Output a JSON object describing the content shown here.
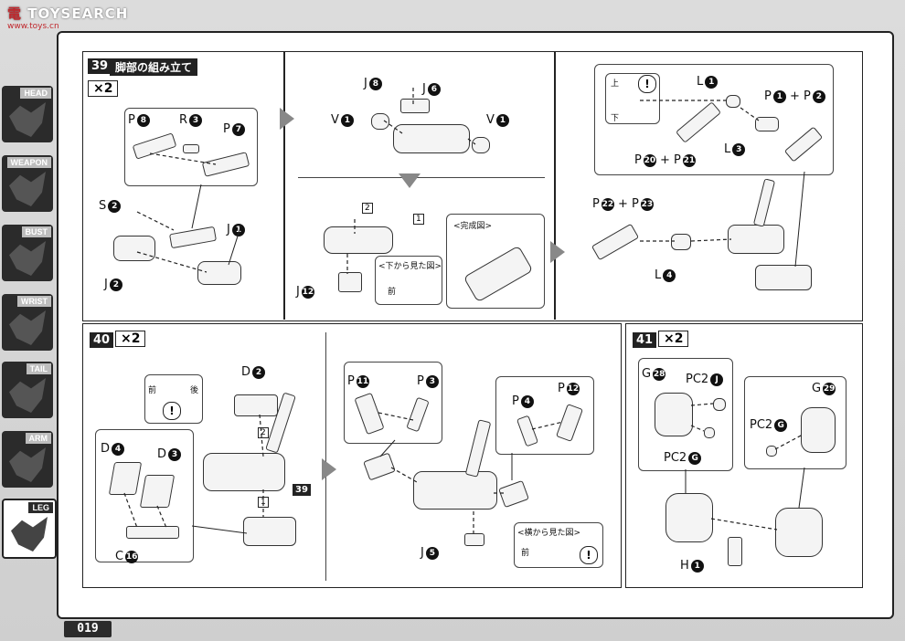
{
  "brand": {
    "prefix": "電",
    "name": "TOYSEARCH",
    "url": "www.toys.cn"
  },
  "sidebar": {
    "tabs": [
      {
        "label": "HEAD"
      },
      {
        "label": "WEAPON"
      },
      {
        "label": "BUST"
      },
      {
        "label": "WRIST"
      },
      {
        "label": "TAIL"
      },
      {
        "label": "ARM"
      },
      {
        "label": "LEG",
        "active": true
      }
    ]
  },
  "page_number": "019",
  "step39": {
    "number": "39",
    "title": "脚部の組み立て",
    "multiplier": "×2",
    "labels": {
      "p8": "P",
      "p8n": "8",
      "r3": "R",
      "r3n": "3",
      "p7": "P",
      "p7n": "7",
      "s2": "S",
      "s2n": "2",
      "j1": "J",
      "j1n": "1",
      "j2": "J",
      "j2n": "2",
      "j8": "J",
      "j8n": "8",
      "j6": "J",
      "j6n": "6",
      "v1a": "V",
      "v1an": "1",
      "v1b": "V",
      "v1bn": "1",
      "j12": "J",
      "j12n": "12",
      "l1": "L",
      "l1n": "1",
      "p1p2": "P",
      "p1n": "1",
      "plus1": "+ P",
      "p2n": "2",
      "l3": "L",
      "l3n": "3",
      "p20": "P",
      "p20n": "20",
      "plus2": "+ P",
      "p21n": "21",
      "p22": "P",
      "p22n": "22",
      "plus3": "+ P",
      "p23n": "23",
      "l4": "L",
      "l4n": "4"
    },
    "notes": {
      "bottom_view": "<下から見た図>",
      "front": "前",
      "complete": "<完成図>",
      "up": "上",
      "down": "下",
      "order1": "1",
      "order2": "2"
    }
  },
  "step40": {
    "number": "40",
    "multiplier": "×2",
    "labels": {
      "d2": "D",
      "d2n": "2",
      "d4": "D",
      "d4n": "4",
      "d3": "D",
      "d3n": "3",
      "c16": "C",
      "c16n": "16",
      "p11": "P",
      "p11n": "11",
      "p3": "P",
      "p3n": "3",
      "p4": "P",
      "p4n": "4",
      "p12": "P",
      "p12n": "12",
      "j5": "J",
      "j5n": "5",
      "ref39": "39"
    },
    "notes": {
      "front": "前",
      "back": "後",
      "side_view": "<横から見た図>",
      "front2": "前",
      "order1": "1",
      "order2": "2"
    }
  },
  "step41": {
    "number": "41",
    "multiplier": "×2",
    "labels": {
      "g28": "G",
      "g28n": "28",
      "pc2j": "PC2",
      "pc2jn": "J",
      "pc2g": "PC2",
      "pc2gn": "G",
      "g29": "G",
      "g29n": "29",
      "pc2g2": "PC2",
      "pc2g2n": "G",
      "h1": "H",
      "h1n": "1"
    }
  },
  "colors": {
    "ink": "#222222",
    "paper": "#ffffff",
    "frame": "#d0d0d0",
    "accent": "#c0282d"
  }
}
